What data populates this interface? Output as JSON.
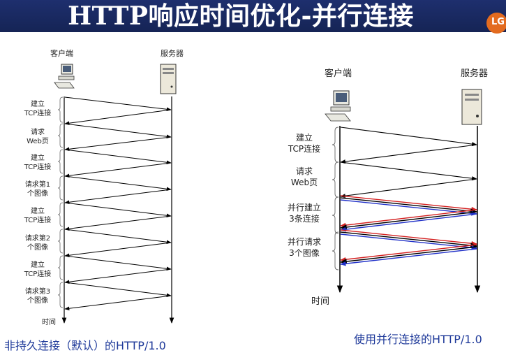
{
  "title": "HTTP响应时间优化-并行连接",
  "logo_text": "LG",
  "left": {
    "client": "客户端",
    "server": "服务器",
    "time": "时间",
    "phases": [
      [
        "建立",
        "TCP连接"
      ],
      [
        "请求",
        "Web页"
      ],
      [
        "建立",
        "TCP连接"
      ],
      [
        "请求第1",
        "个图像"
      ],
      [
        "建立",
        "TCP连接"
      ],
      [
        "请求第2",
        "个图像"
      ],
      [
        "建立",
        "TCP连接"
      ],
      [
        "请求第3",
        "个图像"
      ]
    ],
    "caption": "非持久连接（默认）的HTTP/1.0"
  },
  "right": {
    "client": "客户端",
    "server": "服务器",
    "time": "时间",
    "phases": [
      [
        "建立",
        "TCP连接"
      ],
      [
        "请求",
        "Web页"
      ],
      [
        "并行建立",
        "3条连接"
      ],
      [
        "并行请求",
        "3个图像"
      ]
    ],
    "caption": "使用并行连接的HTTP/1.0"
  },
  "colors": {
    "header": "#1b2b66",
    "red": "#d42020",
    "blue": "#2030c8",
    "caption": "#1f3a9a"
  }
}
